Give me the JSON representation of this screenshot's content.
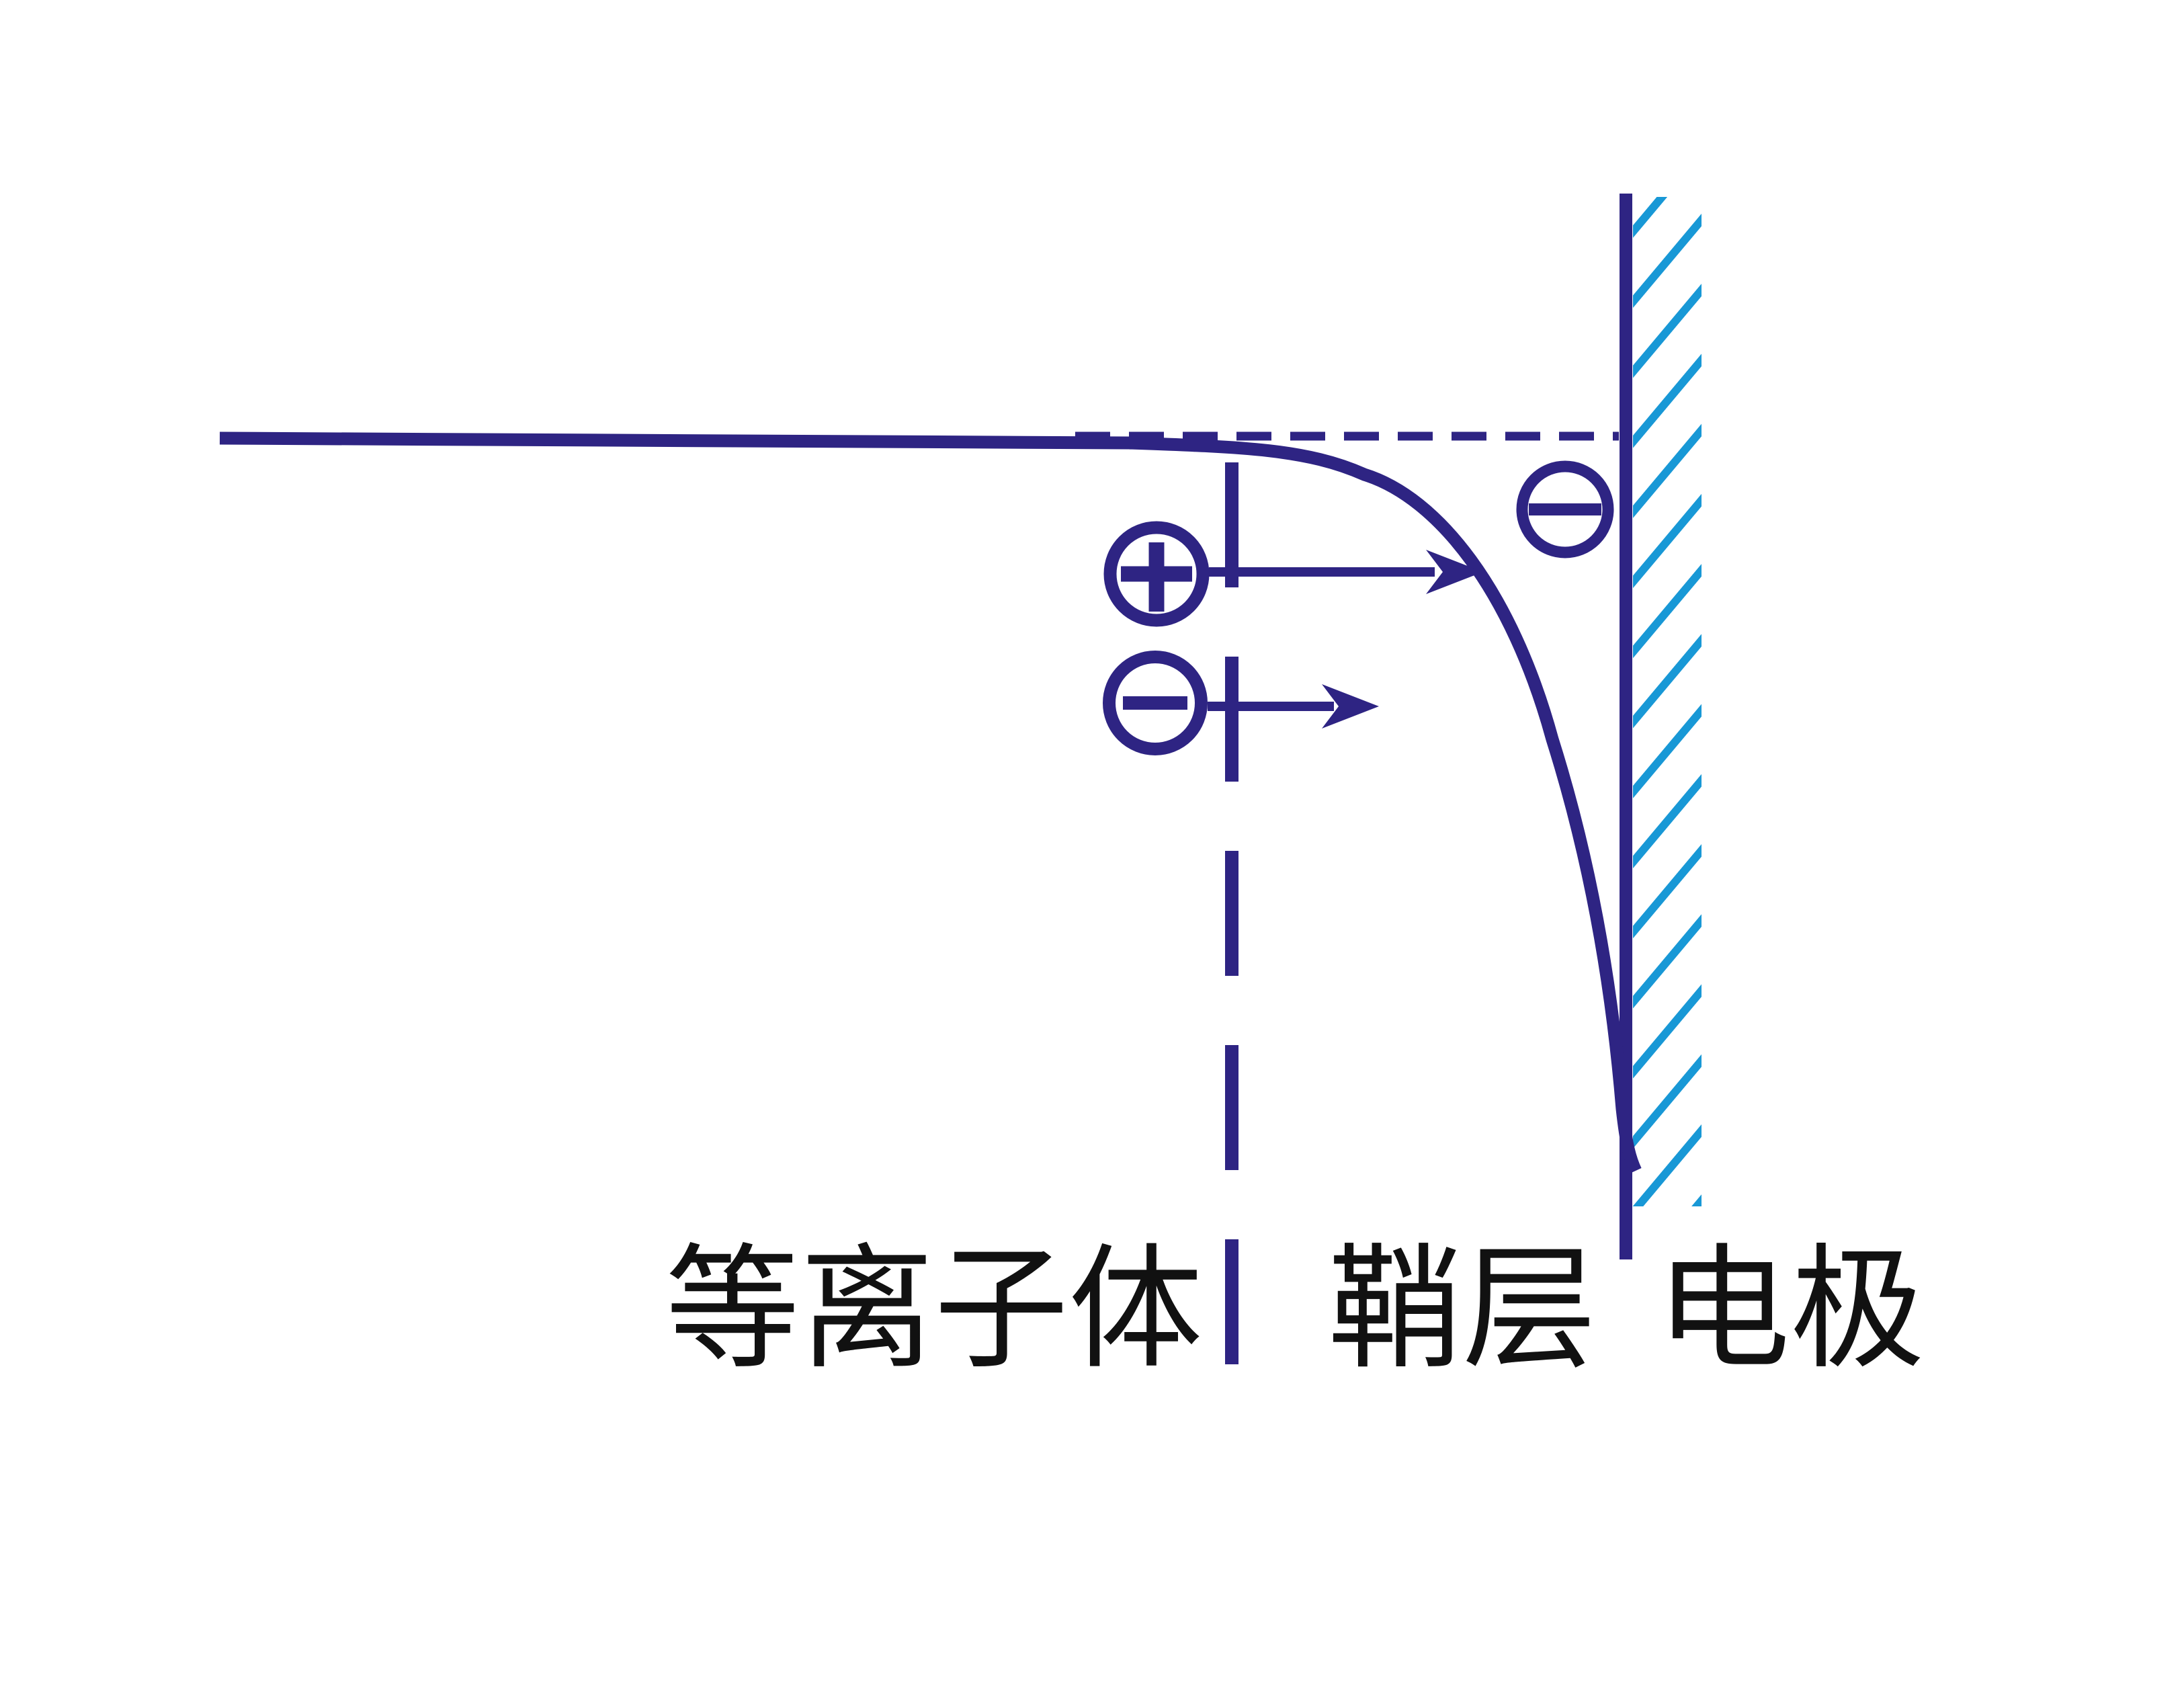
{
  "page": {
    "background": "#ffffff"
  },
  "diagram": {
    "colors": {
      "primary_line": "#2e2483",
      "electrode_hatch": "#1898d6",
      "label_text": "#111111"
    },
    "labels": {
      "plasma": "等离子体",
      "sheath": "鞘层",
      "electrode": "电极"
    },
    "symbols": {
      "positive_ion": "+",
      "electron": "−",
      "electron_near_wall": "−"
    }
  }
}
